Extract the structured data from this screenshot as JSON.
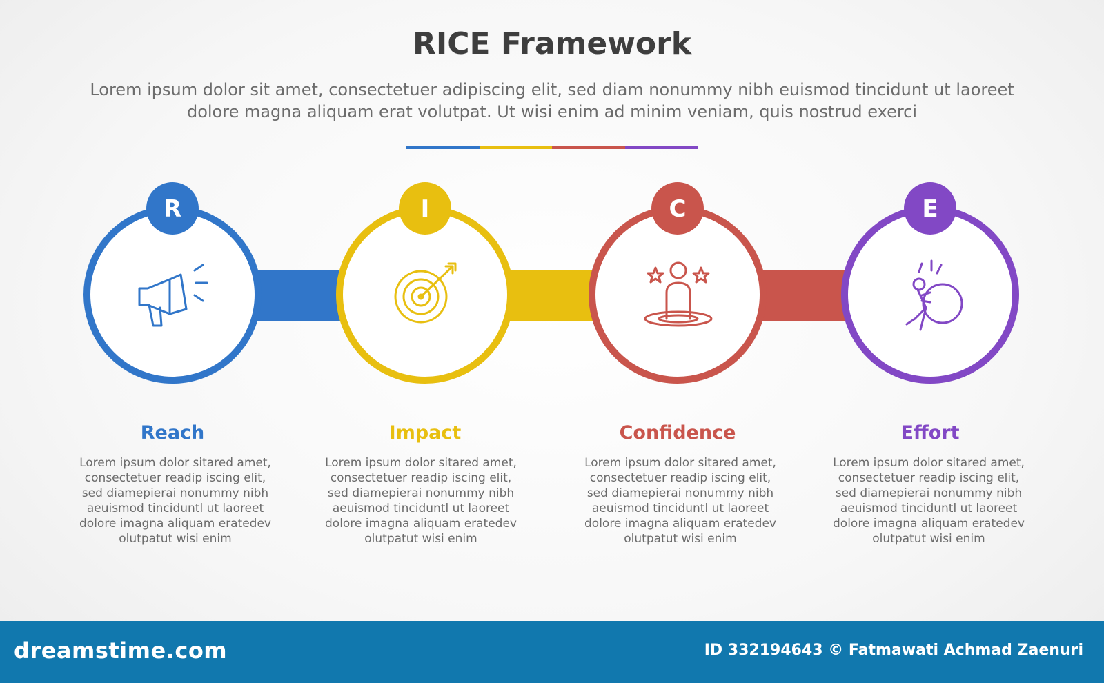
{
  "header": {
    "title": "RICE Framework",
    "subtitle": "Lorem ipsum dolor sit amet, consectetuer adipiscing elit, sed diam nonummy nibh euismod tincidunt ut laoreet dolore magna aliquam erat volutpat. Ut wisi enim ad minim veniam, quis nostrud exerci"
  },
  "colors": {
    "blue": "#3176c9",
    "yellow": "#e8bf10",
    "red": "#c9554c",
    "purple": "#8248c5"
  },
  "steps": [
    {
      "letter": "R",
      "title": "Reach",
      "icon": "megaphone-icon",
      "color": "#3176c9",
      "body": "Lorem ipsum dolor sitared amet, consectetuer readip iscing elit, sed diamepierai nonummy nibh  aeuismod tinciduntl ut laoreet dolore imagna aliquam eratedev olutpatut wisi enim"
    },
    {
      "letter": "I",
      "title": "Impact",
      "icon": "target-arrow-icon",
      "color": "#e8bf10",
      "body": "Lorem ipsum dolor sitared amet, consectetuer readip iscing elit, sed diamepierai nonummy nibh  aeuismod tinciduntl ut laoreet dolore imagna aliquam eratedev olutpatut wisi enim"
    },
    {
      "letter": "C",
      "title": "Confidence",
      "icon": "person-stars-icon",
      "color": "#c9554c",
      "body": "Lorem ipsum dolor sitared amet, consectetuer readip iscing elit, sed diamepierai nonummy nibh  aeuismod tinciduntl ut laoreet dolore imagna aliquam eratedev olutpatut wisi enim"
    },
    {
      "letter": "E",
      "title": "Effort",
      "icon": "person-pushing-boulder-icon",
      "color": "#8248c5",
      "body": "Lorem ipsum dolor sitared amet, consectetuer readip iscing elit, sed diamepierai nonummy nibh  aeuismod tinciduntl ut laoreet dolore imagna aliquam eratedev olutpatut wisi enim"
    }
  ],
  "footer": {
    "brand": "dreamstime.com",
    "credit": "ID 332194643 © Fatmawati  Achmad Zaenuri"
  }
}
